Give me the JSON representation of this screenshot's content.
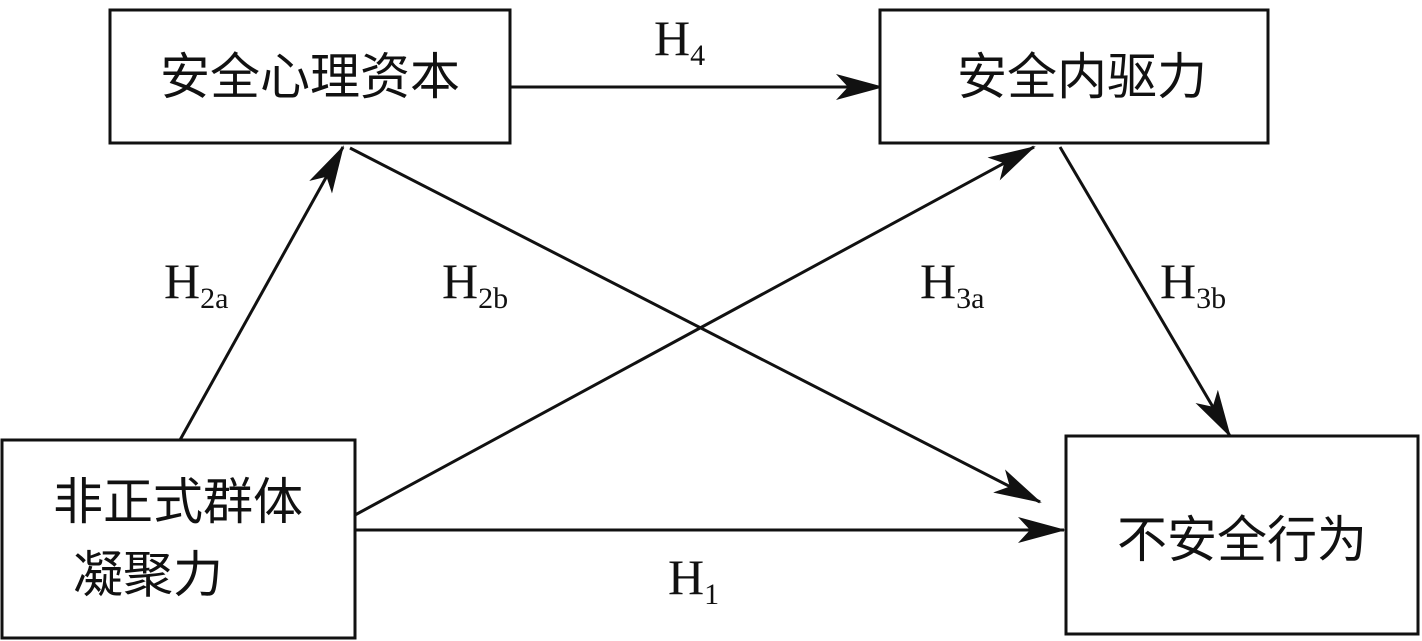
{
  "nodes": {
    "psych_capital": {
      "label": "安全心理资本"
    },
    "inner_drive": {
      "label": "安全内驱力"
    },
    "cohesion": {
      "lines": [
        "非正式群体",
        "凝聚力"
      ]
    },
    "unsafe_behavior": {
      "label": "不安全行为"
    }
  },
  "edges": {
    "h4": {
      "main": "H",
      "sub": "4"
    },
    "h1": {
      "main": "H",
      "sub": "1"
    },
    "h2a": {
      "main": "H",
      "sub": "2a"
    },
    "h2b": {
      "main": "H",
      "sub": "2b"
    },
    "h3a": {
      "main": "H",
      "sub": "3a"
    },
    "h3b": {
      "main": "H",
      "sub": "3b"
    }
  },
  "colors": {
    "stroke": "#111111",
    "background": "#ffffff"
  }
}
